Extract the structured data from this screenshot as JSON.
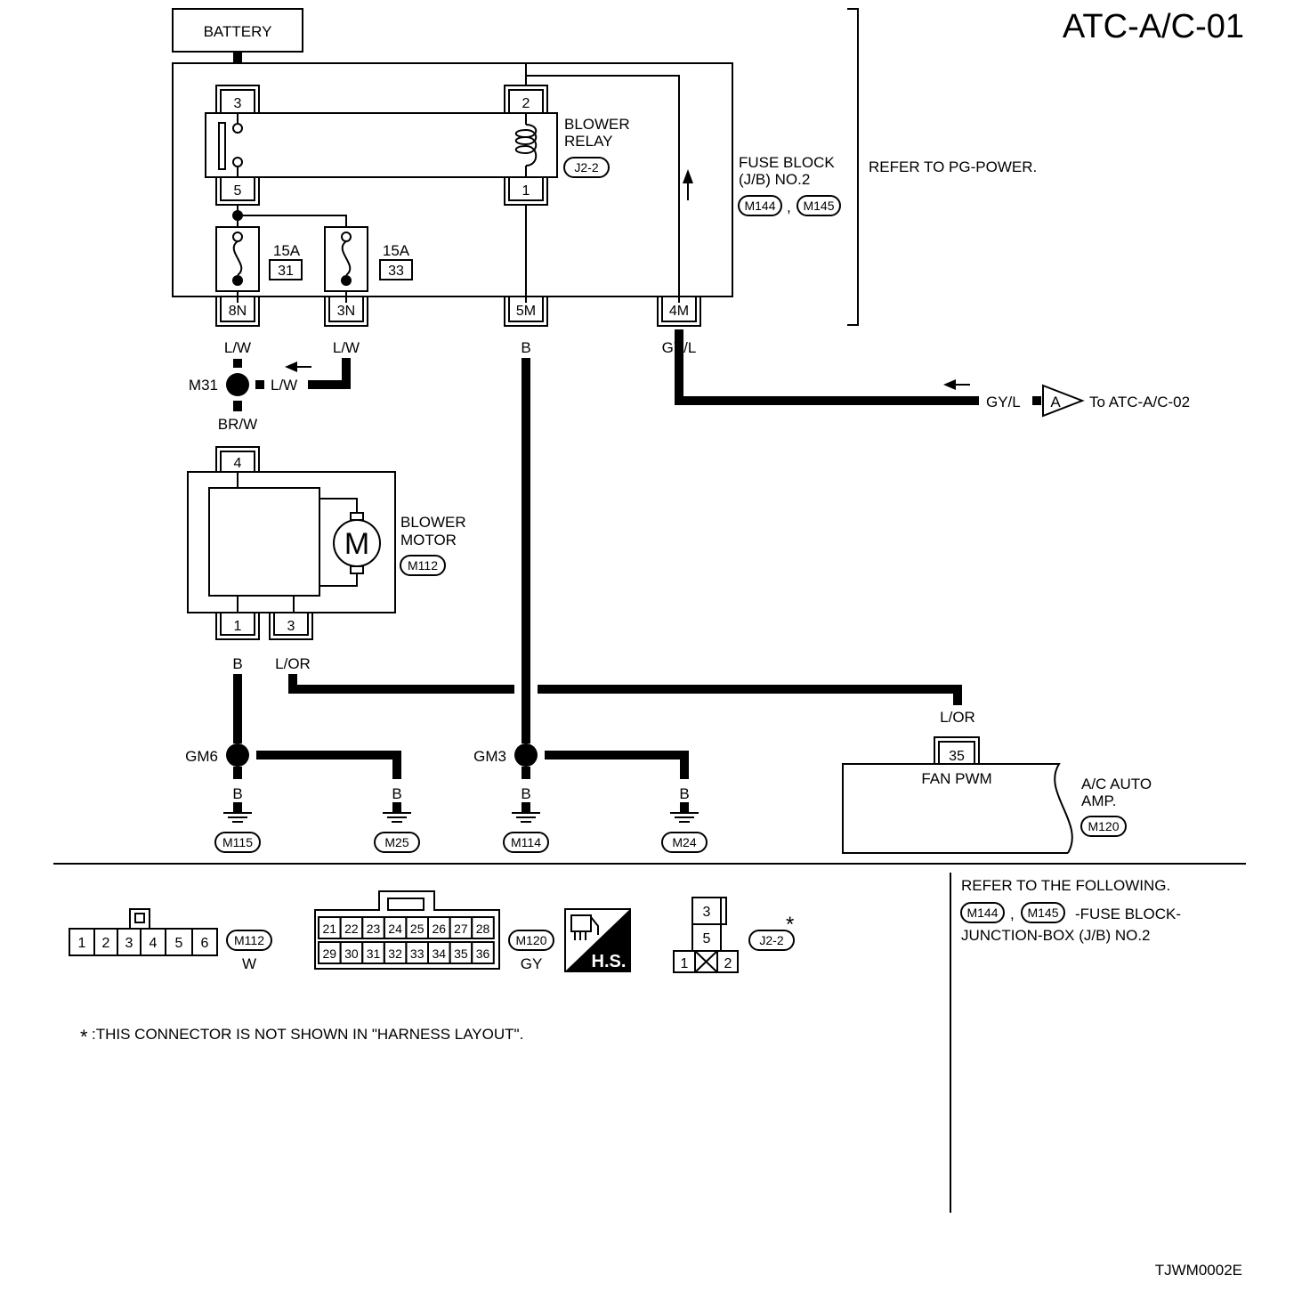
{
  "title": "ATC-A/C-01",
  "figure_id": "TJWM0002E",
  "battery": "BATTERY",
  "blower_relay": {
    "label1": "BLOWER",
    "label2": "RELAY",
    "connector": "J2-2",
    "pins": [
      "3",
      "5",
      "2",
      "1"
    ]
  },
  "fuse_block": {
    "label1": "FUSE BLOCK",
    "label2": "(J/B) NO.2",
    "connectors": [
      "M144",
      "M145"
    ],
    "sep": ",",
    "refer": "REFER TO PG-POWER."
  },
  "fuses": [
    {
      "rating": "15A",
      "number": "31"
    },
    {
      "rating": "15A",
      "number": "33"
    }
  ],
  "fb_terminals": [
    "8N",
    "3N",
    "5M",
    "4M"
  ],
  "wires": {
    "lw1": "L/W",
    "lw2": "L/W",
    "lw3": "L/W",
    "b_5m": "B",
    "gyl1": "GY/L",
    "gyl2": "GY/L",
    "brw": "BR/W",
    "b_motor": "B",
    "lor1": "L/OR",
    "lor2": "L/OR",
    "b_g1": "B",
    "b_g2": "B",
    "b_g3": "B",
    "b_g4": "B"
  },
  "splices": {
    "m31": "M31",
    "gm6": "GM6",
    "gm3": "GM3"
  },
  "connector_a": {
    "letter": "A",
    "text": "To ATC-A/C-02"
  },
  "blower_motor": {
    "label1": "BLOWER",
    "label2": "MOTOR",
    "connector": "M112",
    "symbol": "M",
    "pins": [
      "4",
      "1",
      "3"
    ]
  },
  "grounds": [
    "M115",
    "M25",
    "M114",
    "M24"
  ],
  "ac_amp": {
    "pin": "35",
    "signal": "FAN PWM",
    "label1": "A/C AUTO",
    "label2": "AMP.",
    "connector": "M120"
  },
  "legend": {
    "m112": {
      "pins": [
        "1",
        "2",
        "3",
        "4",
        "5",
        "6"
      ],
      "connector": "M112",
      "color": "W"
    },
    "m120": {
      "top": [
        "21",
        "22",
        "23",
        "24",
        "25",
        "26",
        "27",
        "28"
      ],
      "bottom": [
        "29",
        "30",
        "31",
        "32",
        "33",
        "34",
        "35",
        "36"
      ],
      "connector": "M120",
      "color": "GY"
    },
    "hs": "H.S.",
    "j22": {
      "pins": [
        "3",
        "5",
        "1",
        "2"
      ],
      "connector": "J2-2",
      "star": "*"
    },
    "note_star": "*",
    "note_text": ":THIS CONNECTOR IS NOT SHOWN IN \"HARNESS LAYOUT\"."
  },
  "refer_box": {
    "line1": "REFER TO THE FOLLOWING.",
    "connectors": [
      "M144",
      "M145"
    ],
    "sep": ",",
    "line2_suffix": "-FUSE BLOCK-",
    "line3": "JUNCTION-BOX (J/B) NO.2"
  }
}
